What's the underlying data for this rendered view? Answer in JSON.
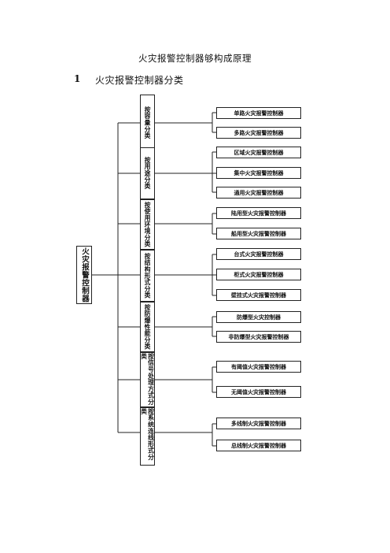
{
  "document": {
    "title": "火灾报警控制器够构成原理",
    "section": {
      "number": "1",
      "title": "火灾报警控制器分类"
    }
  },
  "tree": {
    "root": "火灾报警控制器",
    "categories": [
      {
        "label": "按容量分类",
        "items": [
          "单路火灾报警控制器",
          "多路火灾报警控制器"
        ]
      },
      {
        "label": "按用途分类",
        "items": [
          "区域火灾报警控制器",
          "集中火灾报警控制器",
          "通用火灾报警控制器"
        ]
      },
      {
        "label": "按使用环境分类",
        "items": [
          "陆用型火灾报警控制器",
          "船用型火灾报警控制器"
        ]
      },
      {
        "label": "按结构形式分类",
        "items": [
          "台式火灾报警控制器",
          "柜式火灾报警控制器",
          "壁挂式火灾报警控制器"
        ]
      },
      {
        "label": "按防爆性能分类",
        "items": [
          "防爆型火灾控制器",
          "非防爆型火灾报警控制器"
        ]
      },
      {
        "label": "按信号处理方式分类",
        "items": [
          "有阈值火灾报警控制器",
          "无阈值火灾报警控制器"
        ]
      },
      {
        "label": "按系统连线形式分类",
        "items": [
          "多线制火灾报警控制器",
          "总线制火灾报警控制器"
        ]
      }
    ]
  }
}
